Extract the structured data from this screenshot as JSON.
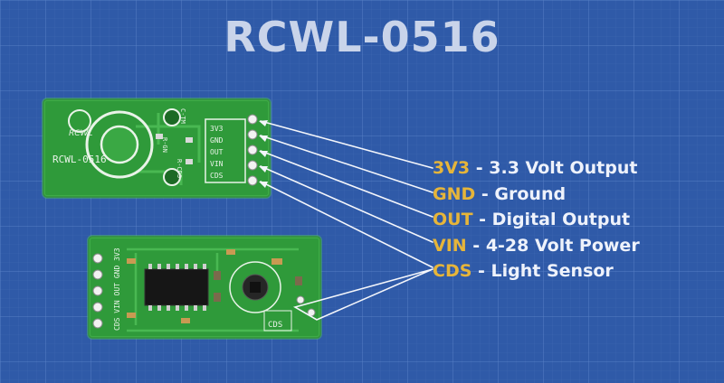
{
  "title": "RCWL-0516",
  "colors": {
    "background": "#2f5aa8",
    "grid": "#5b84c9",
    "pin_name": "#e6b53a",
    "description": "#eef2fb",
    "pcb": "#2f9a3a"
  },
  "pins": [
    {
      "name": "3V3",
      "separator": " - ",
      "description": "3.3 Volt Output"
    },
    {
      "name": "GND",
      "separator": " - ",
      "description": "Ground"
    },
    {
      "name": "OUT",
      "separator": " - ",
      "description": "Digital Output"
    },
    {
      "name": "VIN",
      "separator": " - ",
      "description": "4-28 Volt Power"
    },
    {
      "name": "CDS",
      "separator": " - ",
      "description": "Light Sensor"
    }
  ],
  "board_top": {
    "brand": "RCWL",
    "model": "RCWL-0516",
    "pin_labels": [
      "3V3",
      "GND",
      "OUT",
      "VIN",
      "CDS"
    ],
    "component_labels": [
      "C-TM",
      "R-GN",
      "R-CDS"
    ]
  },
  "board_bottom": {
    "pin_labels": [
      "CDS",
      "VIN",
      "OUT",
      "GND",
      "3V3"
    ],
    "sensor_label": "CDS"
  }
}
